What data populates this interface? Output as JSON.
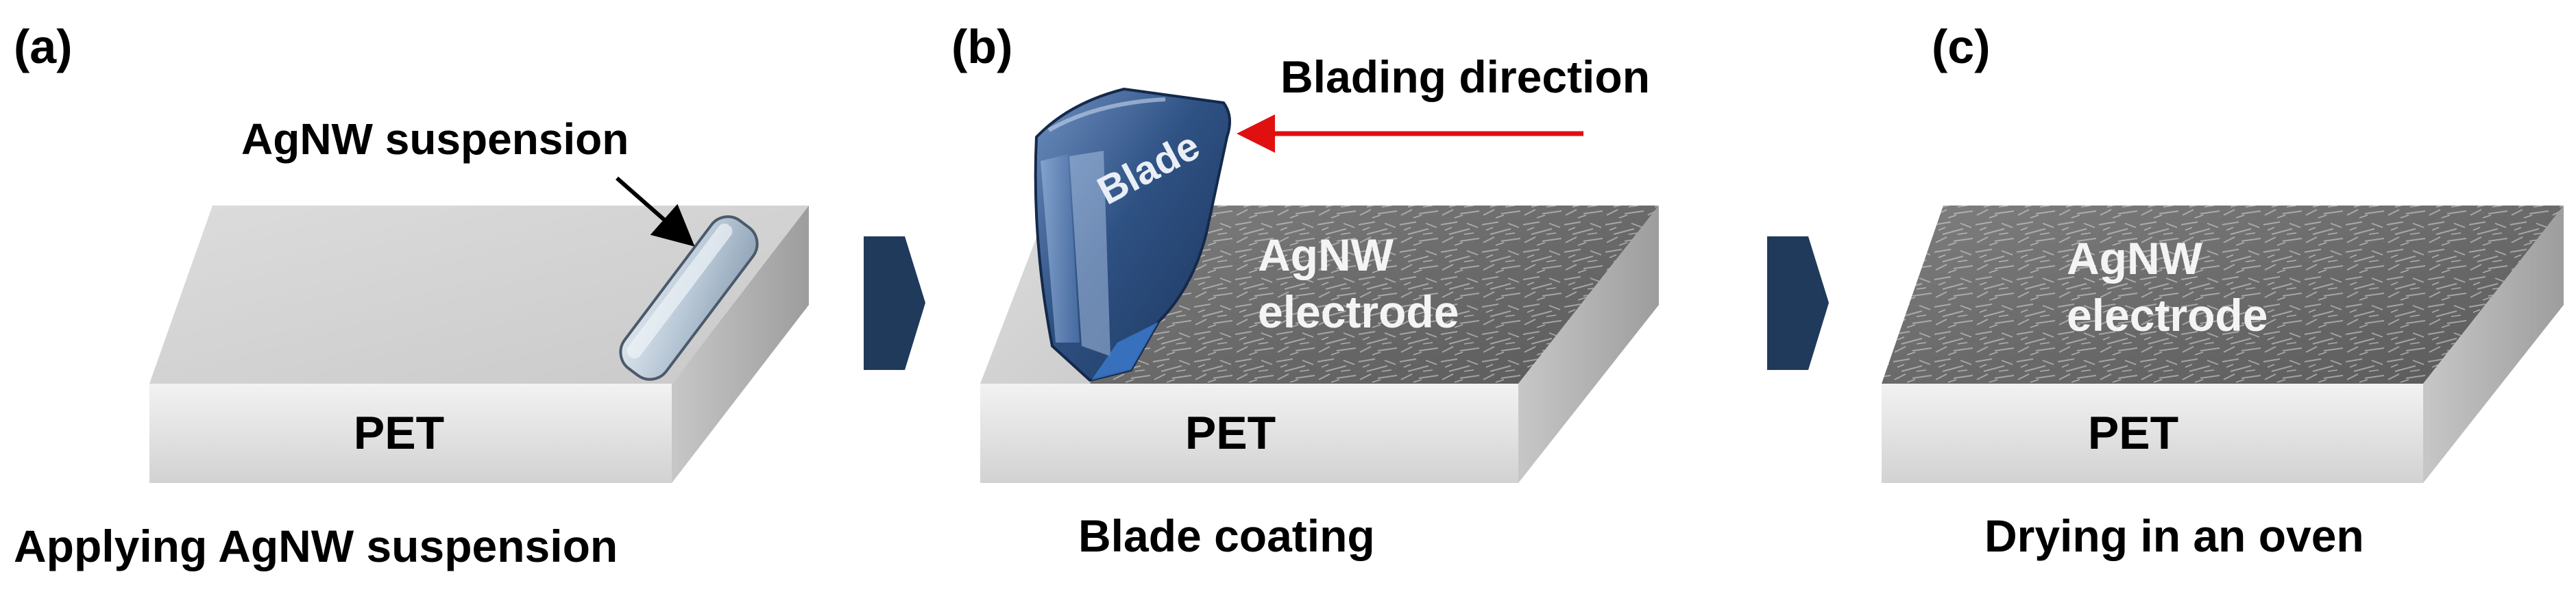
{
  "panels": [
    {
      "label": "(a)",
      "substrate": "PET",
      "callout": "AgNW suspension",
      "caption": "Applying AgNW suspension"
    },
    {
      "label": "(b)",
      "substrate": "PET",
      "blade": "Blade",
      "direction": "Blading direction",
      "film": [
        "AgNW",
        "electrode"
      ],
      "caption": "Blade coating"
    },
    {
      "label": "(c)",
      "substrate": "PET",
      "film": [
        "AgNW",
        "electrode"
      ],
      "caption": "Drying in an oven"
    }
  ],
  "colors": {
    "substrate_top": "#d6d6d6",
    "substrate_front": "#e6e6e6",
    "substrate_side": "#b4b4b4",
    "film": "#6f6f6f",
    "arrow": "#1f3a5a",
    "direction_arrow": "#e01010",
    "blade": "#2e5183"
  }
}
